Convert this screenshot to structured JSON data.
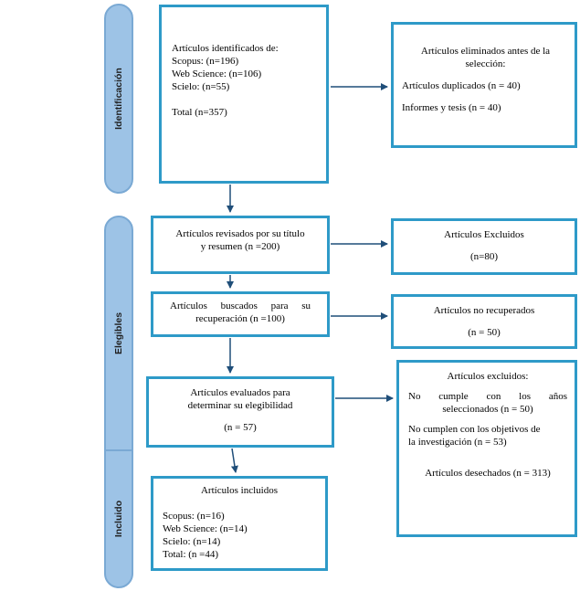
{
  "phases": {
    "identification": "Identificación",
    "eligible": "Elegibles",
    "included": "Incluido"
  },
  "identified": {
    "title": "Artículos identificados de:",
    "scopus": "Scopus: (n=196)",
    "wos": "Web Science: (n=106)",
    "scielo": "Scielo: (n=55)",
    "total": "Total (n=357)"
  },
  "removed": {
    "title_1": "Artículos eliminados antes de la",
    "title_2": "selección:",
    "duplicates": "Artículos duplicados (n = 40)",
    "reports": "Informes y tesis (n = 40)"
  },
  "reviewed": {
    "line1": "Artículos revisados por su título",
    "line2": "y resumen (n =200)"
  },
  "excluded": {
    "title": "Artículos Excluidos",
    "count": "(n=80)"
  },
  "searched": {
    "line1": "Artículos buscados para su",
    "line2": "recuperación (n =100)"
  },
  "not_recovered": {
    "title": "Artículos no recuperados",
    "count": "(n = 50)"
  },
  "evaluated": {
    "line1": "Artículos evaluados para",
    "line2": "determinar su elegibilidad",
    "count": "(n = 57)"
  },
  "excluded2": {
    "title": "Artículos excluidos:",
    "reason1_line1": "No cumple con los años",
    "reason1_line2": "seleccionados (n = 50)",
    "reason2_line1": "No cumplen con los objetivos de",
    "reason2_line2": "la investigación (n = 53)",
    "discarded": "Artículos desechados (n = 313)"
  },
  "included": {
    "title": "Artículos incluidos",
    "scopus": "Scopus: (n=16)",
    "wos": "Web Science: (n=14)",
    "scielo": "Scielo: (n=14)",
    "total": "Total: (n =44)"
  },
  "colors": {
    "box_border": "#2e9ac8",
    "phase_fill": "#9dc3e6",
    "arrow": "#1f4e79"
  }
}
